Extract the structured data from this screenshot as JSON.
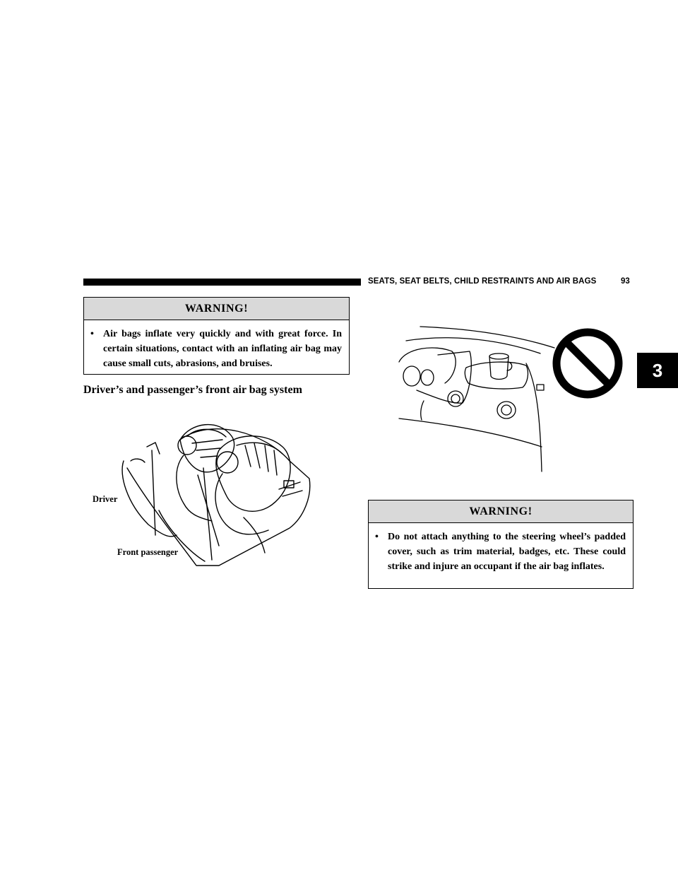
{
  "header": {
    "title": "SEATS, SEAT BELTS, CHILD RESTRAINTS AND AIR BAGS",
    "page_number": "93"
  },
  "chapter_tab": "3",
  "warning_1": {
    "title": "WARNING!",
    "bullet": "•",
    "text": "Air bags inflate very quickly and with great force. In certain situations, contact with an inflating air bag may cause small cuts, abrasions, and bruises."
  },
  "section_heading": "Driver’s and passenger’s front air bag system",
  "illustration": {
    "driver_label": "Driver",
    "passenger_label": "Front passenger"
  },
  "warning_2": {
    "title": "WARNING!",
    "bullet": "•",
    "text": "Do not attach anything to the steering wheel’s padded cover, such as trim material, badges, etc. These could strike and injure an occupant if the air bag inflates."
  }
}
